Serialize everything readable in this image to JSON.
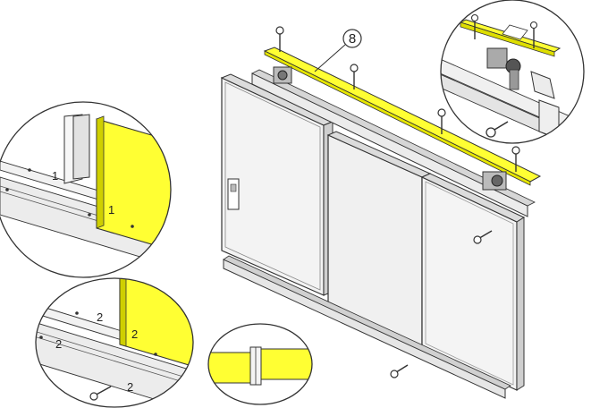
{
  "callout": {
    "label": "8"
  },
  "detail_1": {
    "label_a": "1",
    "label_b": "1"
  },
  "detail_2": {
    "label_a": "2",
    "label_b": "2",
    "label_c": "2",
    "label_d": "2"
  },
  "colors": {
    "highlight": "#ffff33",
    "line": "#333333",
    "panel": "#f2f2f2",
    "frame": "#d9d9d9"
  }
}
